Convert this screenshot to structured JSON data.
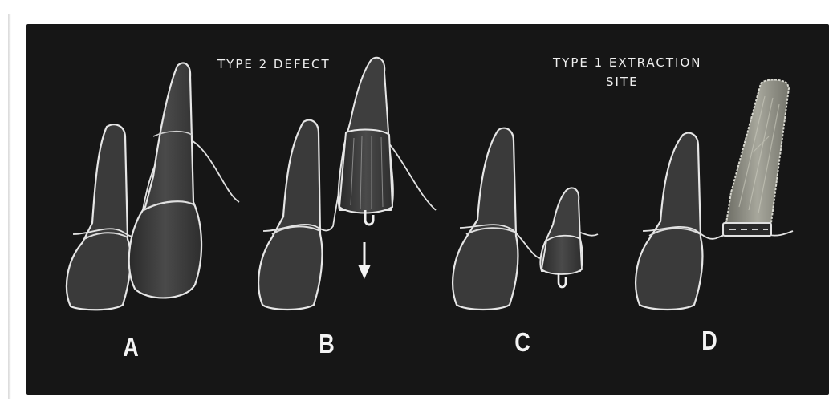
{
  "figure": {
    "captions": {
      "type2": "TYPE 2 DEFECT",
      "type1_line1": "TYPE 1 EXTRACTION",
      "type1_line2": "SITE"
    },
    "panels": [
      {
        "letter": "A"
      },
      {
        "letter": "B"
      },
      {
        "letter": "C"
      },
      {
        "letter": "D"
      }
    ],
    "colors": {
      "background": "#161616",
      "tooth_fill": "#3c3c3c",
      "outline": "#e6e6e6",
      "graft": "#8a8a80"
    }
  }
}
